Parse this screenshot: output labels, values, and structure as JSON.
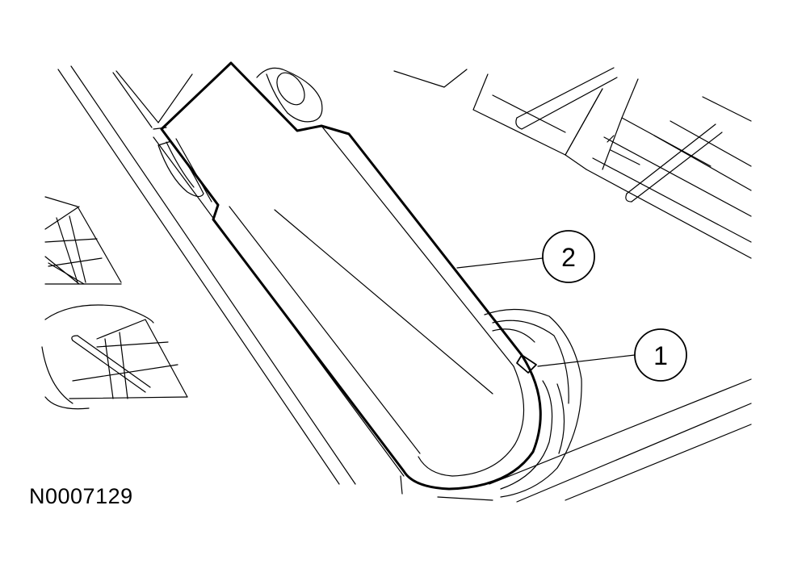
{
  "figure": {
    "id_label": "N0007129"
  },
  "callouts": [
    {
      "number": "1",
      "target": "tab"
    },
    {
      "number": "2",
      "target": "cover"
    }
  ]
}
